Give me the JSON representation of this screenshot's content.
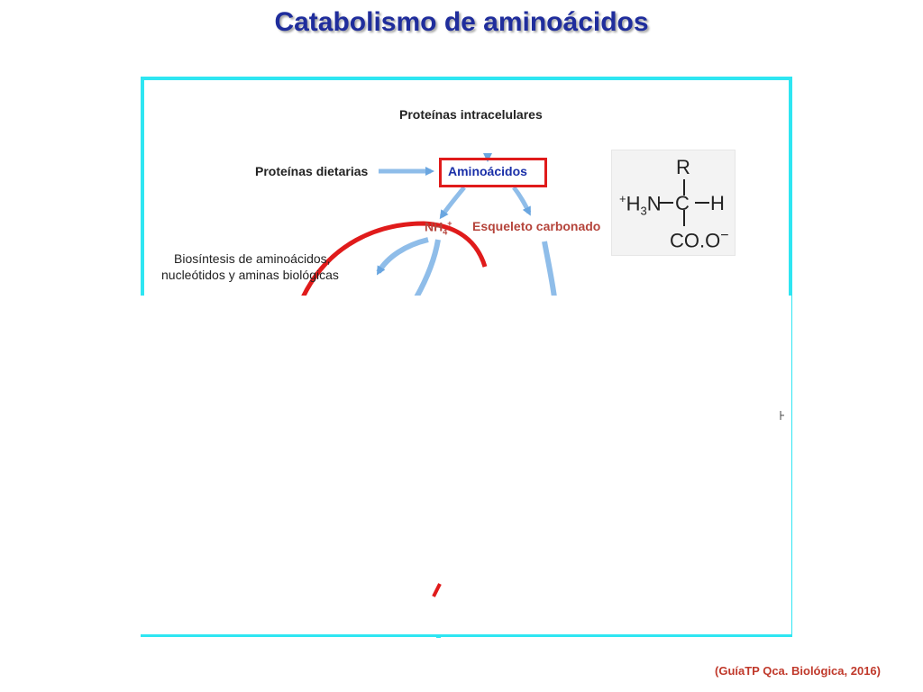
{
  "title": "Catabolismo de aminoácidos",
  "diagram": {
    "proteinas_intracelulares": "Proteínas intracelulares",
    "proteinas_dietarias": "Proteínas dietarias",
    "aminoacidos": "Aminoácidos",
    "nh4_base": "NH",
    "nh4_sub": "4",
    "nh4_sup": "+",
    "esqueleto": "Esqueleto carbonado",
    "biosintesis_line1": "Biosíntesis de aminoácidos,",
    "biosintesis_line2": "nucleótidos y aminas biológicas"
  },
  "structure": {
    "r_group": "R",
    "nh3_plus": "+",
    "nh3_h": "H",
    "nh3_sub": "3",
    "nh3_n": "N",
    "carbon": "C",
    "hydrogen": "H",
    "carboxyl": "CO.O",
    "minus": "−"
  },
  "citation": "(GuíaTP Qca. Biológica, 2016)",
  "colors": {
    "title": "#1f2d9c",
    "frame": "#2ee6f2",
    "arrow": "#7fb3e6",
    "highlight": "#e01b1b"
  }
}
